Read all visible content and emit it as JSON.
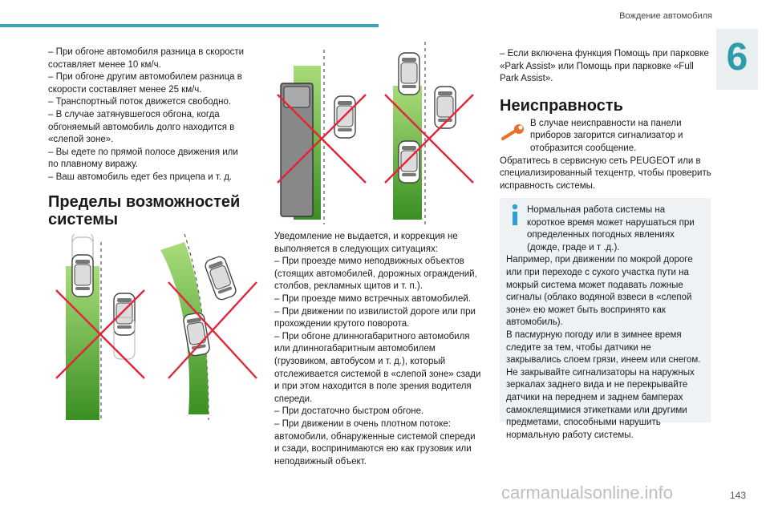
{
  "header": {
    "title": "Вождение автомобиля",
    "chapter": "6",
    "page": "143"
  },
  "watermark": "carmanualsonline.info",
  "left": {
    "bullets": [
      "–  При обгоне автомобиля разница в скорости составляет менее 10 км/ч.",
      "–  При обгоне другим автомобилем разница в скорости составляет менее 25 км/ч.",
      "–  Транспортный поток движется свободно.",
      "–  В случае затянувшегося обгона, когда обгоняемый автомобиль долго находится в «слепой зоне».",
      "–  Вы едете по прямой полосе движения или по плавному виражу.",
      "–  Ваш автомобиль едет без прицепа и т. д."
    ],
    "heading": "Пределы возможностей системы"
  },
  "middle": {
    "lines": [
      "Уведомление не выдается, и коррекция не выполняется в следующих ситуациях:",
      "–  При проезде мимо неподвижных объектов (стоящих автомобилей, дорожных ограждений, столбов, рекламных щитов и т. п.).",
      "–  При проезде мимо встречных автомобилей.",
      "–  При движении по извилистой дороге или при прохождении крутого поворота.",
      "–  При обгоне длинногабаритного автомобиля или длинногабаритным автомобилем (грузовиком, автобусом и т. д.), который отслеживается системой в «слепой зоне» сзади и при этом находится в поле зрения водителя спереди.",
      "–  При достаточно быстром обгоне.",
      "–  При движении в очень плотном потоке: автомобили, обнаруженные системой спереди и сзади, воспринимаются ею как грузовик или неподвижный объект."
    ]
  },
  "right": {
    "intro": "–  Если включена функция Помощь при парковке «Park Assist» или Помощь при парковке «Full Park Assist».",
    "heading": "Неисправность",
    "fault_text_1": "В случае неисправности на панели приборов загорится сигнализатор и отобразится сообщение.",
    "fault_text_2": "Обратитесь в сервисную сеть PEUGEOT или в специализированный техцентр, чтобы проверить исправность системы.",
    "info_first": "Нормальная работа системы на короткое время может нарушаться при определенных погодных явлениях (дожде, граде и т .д.).",
    "info_rest": [
      "Например, при движении по мокрой дороге или при переходе с сухого участка пути на мокрый система может подавать ложные сигналы (облако водяной взвеси в «слепой зоне» ею может быть воспринято как автомобиль).",
      "В пасмурную погоду или в зимнее время следите за тем, чтобы датчики не закрывались слоем грязи, инеем или снегом.",
      "Не закрывайте сигнализаторы на наружных зеркалах заднего вида и не перекрывайте датчики на переднем и заднем бамперах самоклеящимися этикетками или другими предметами, способными нарушить нормальную работу системы."
    ]
  },
  "colors": {
    "accent": "#3aa6b4",
    "warn": "#e8702a",
    "info": "#2f9fdb",
    "green": "#5fb532",
    "cross": "#e0263a"
  },
  "icons": {
    "fault": "wrench-icon",
    "info": "info-icon"
  }
}
